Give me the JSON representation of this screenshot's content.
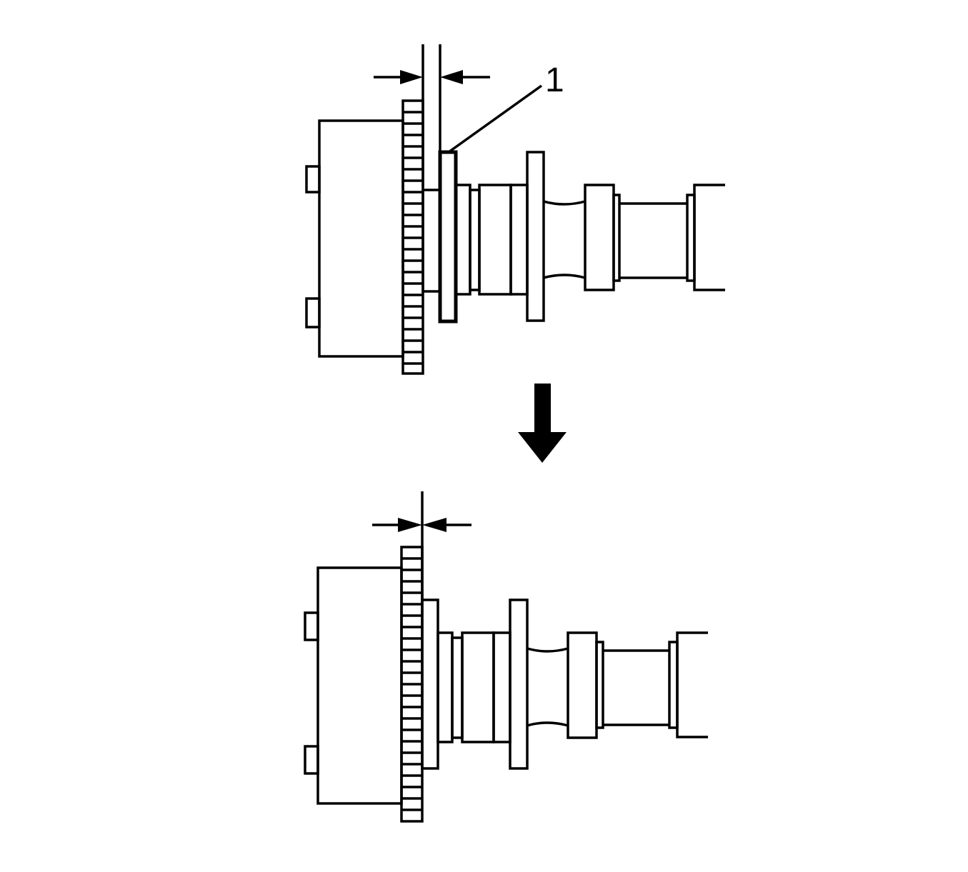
{
  "diagram": {
    "callout_label": "1",
    "colors": {
      "line": "#000000",
      "background": "#ffffff"
    },
    "parts": {
      "top": [
        "sprocket-housing",
        "sprocket-teeth",
        "spacer-plate",
        "camshaft"
      ],
      "bottom": [
        "sprocket-housing",
        "sprocket-teeth",
        "camshaft"
      ]
    },
    "transition": "down-arrow"
  }
}
